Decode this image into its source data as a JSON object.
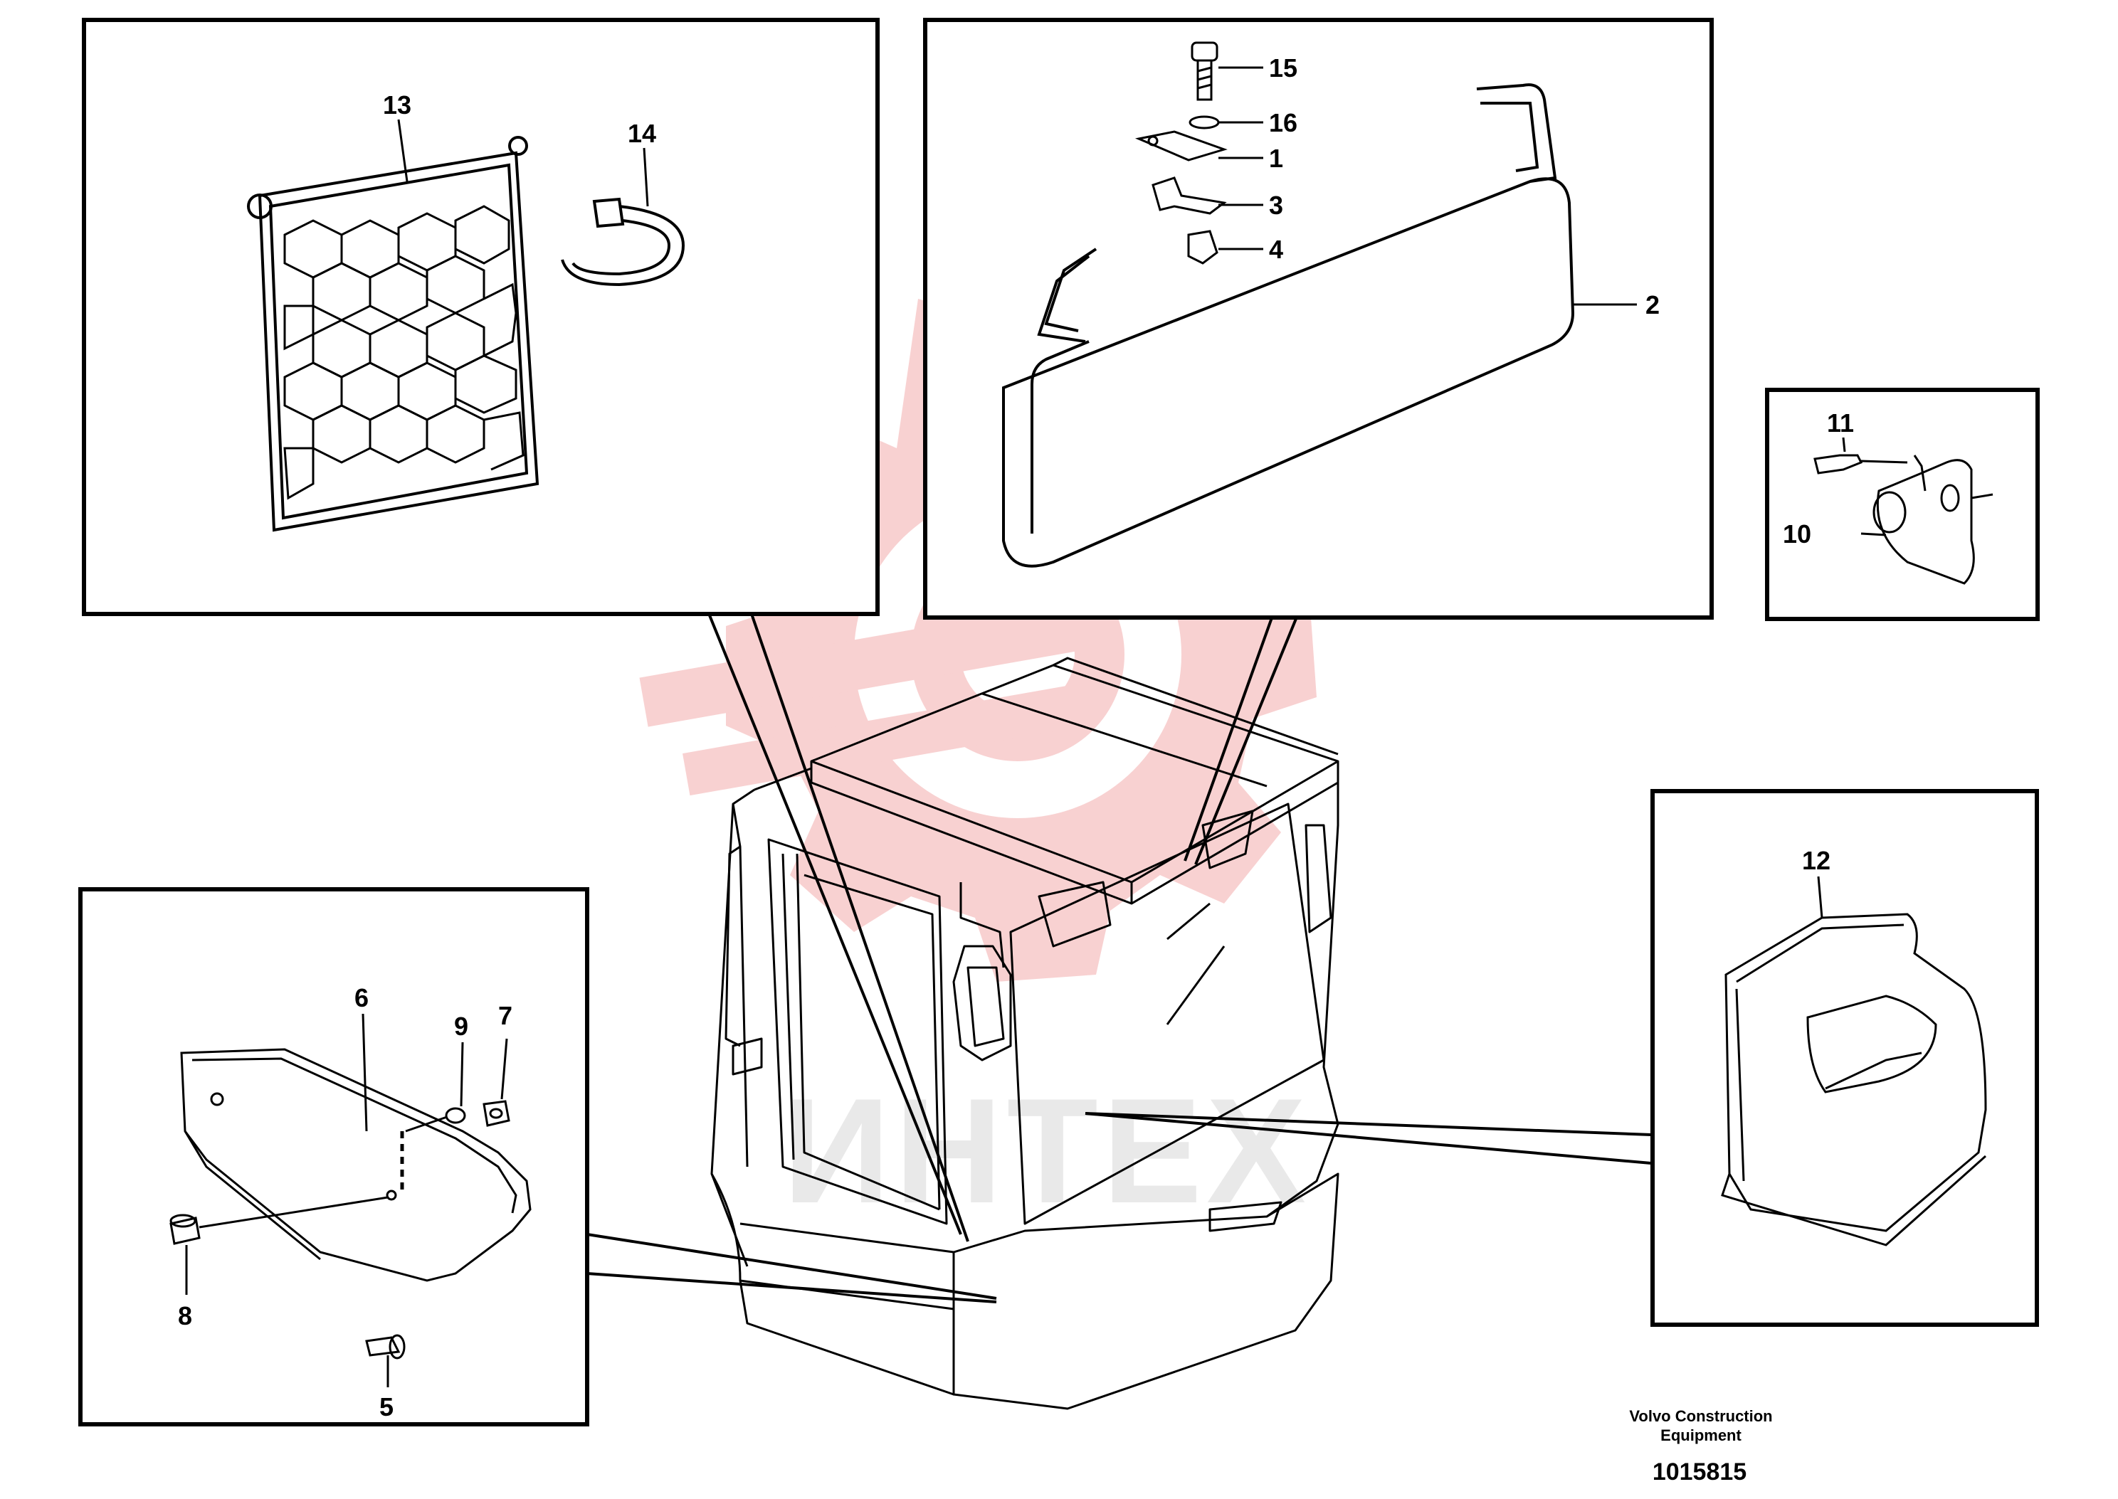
{
  "labels": {
    "n1": "1",
    "n2": "2",
    "n3": "3",
    "n4": "4",
    "n5": "5",
    "n6": "6",
    "n7": "7",
    "n8": "8",
    "n9": "9",
    "n10": "10",
    "n11": "11",
    "n12": "12",
    "n13": "13",
    "n14": "14",
    "n15": "15",
    "n16": "16"
  },
  "footer": {
    "company_line1": "Volvo Construction",
    "company_line2": "Equipment",
    "doc_number": "1015815"
  },
  "watermark": {
    "text": "ИНТЕХ",
    "color": "#e8141a"
  },
  "colors": {
    "line": "#000000",
    "background": "#ffffff",
    "watermark_logo": "#f4b5b5"
  }
}
